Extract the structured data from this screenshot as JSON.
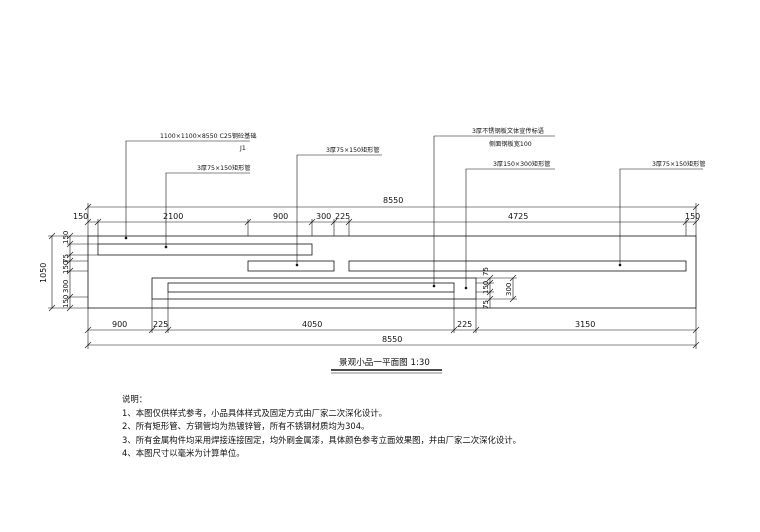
{
  "callouts": {
    "foundation_line1": "1100×1100×8550 C25钢砼基础",
    "foundation_line2": "J1",
    "tube_75x150_a": "3厚75×150矩形管",
    "tube_75x150_b": "3厚75×150矩形管",
    "signboard_line1": "3厚不锈钢板文体宣传标语",
    "signboard_line2": "侧面钢板宽100",
    "tube_150x300": "3厚150×300矩形管",
    "tube_75x150_c": "3厚75×150矩形管"
  },
  "dimensions": {
    "top_total": "8550",
    "top_segments": [
      "150",
      "2100",
      "900",
      "300",
      "225",
      "4725",
      "150"
    ],
    "left_total": "1050",
    "left_segments": [
      "150",
      "75",
      "150",
      "300",
      "150"
    ],
    "right_segments": [
      "75",
      "150",
      "300"
    ],
    "bottom_segments": [
      "900",
      "225",
      "4050",
      "225",
      "3150"
    ],
    "bottom_total": "8550"
  },
  "title": "景观小品一平面图 1:30",
  "notes": {
    "heading": "说明：",
    "items": [
      "1、本图仅供样式参考，小品具体样式及固定方式由厂家二次深化设计。",
      "2、所有矩形管、方钢管均为热镀锌管，所有不锈钢材质均为304。",
      "3、所有金属构件均采用焊接连接固定，均外刷金属漆，具体颜色参考立面效果图，并由厂家二次深化设计。",
      "4、本图尺寸以毫米为计算单位。"
    ]
  }
}
